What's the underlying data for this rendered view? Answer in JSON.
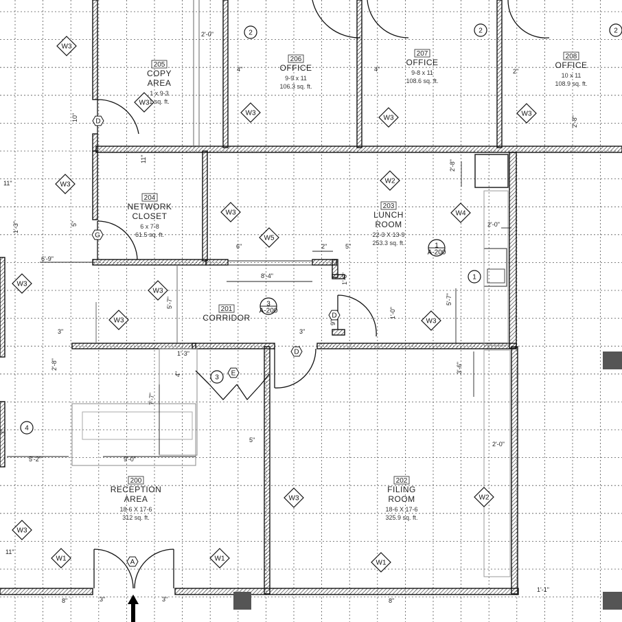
{
  "rooms": [
    {
      "num": "205",
      "name": [
        "COPY",
        "AREA"
      ],
      "size": [
        "1 x 9-3",
        "1 sq. ft."
      ]
    },
    {
      "num": "206",
      "name": [
        "OFFICE"
      ],
      "size": [
        "9-9 x 11",
        "106.3 sq. ft."
      ]
    },
    {
      "num": "207",
      "name": [
        "OFFICE"
      ],
      "size": [
        "9-8 x 11",
        "108.6 sq. ft."
      ]
    },
    {
      "num": "208",
      "name": [
        "OFFICE"
      ],
      "size": [
        "10 x 11",
        "108.9 sq. ft."
      ]
    },
    {
      "num": "204",
      "name": [
        "NETWORK",
        "CLOSET"
      ],
      "size": [
        "6 x 7-8",
        "61.5 sq. ft."
      ]
    },
    {
      "num": "203",
      "name": [
        "LUNCH",
        "ROOM"
      ],
      "size": [
        "22-3 X 13-9",
        "253.3 sq. ft."
      ]
    },
    {
      "num": "201",
      "name": [
        "CORRIDOR"
      ],
      "size": []
    },
    {
      "num": "200",
      "name": [
        "RECEPTION",
        "AREA"
      ],
      "size": [
        "18-6 X 17-6",
        "312 sq. ft."
      ]
    },
    {
      "num": "202",
      "name": [
        "FILING",
        "ROOM"
      ],
      "size": [
        "18-6 X 17-6",
        "325.9 sq. ft."
      ]
    }
  ],
  "window_tags": [
    "W3",
    "W3",
    "W3",
    "W3",
    "W3",
    "W3",
    "W3",
    "W3",
    "W3",
    "W3",
    "W3",
    "W3",
    "W3",
    "W2",
    "W2",
    "W4",
    "W5",
    "W1",
    "W1",
    "W1"
  ],
  "door_tags": [
    "D",
    "D",
    "D",
    "G",
    "E",
    "A"
  ],
  "circle_tags": [
    "2",
    "2",
    "2",
    "3",
    "4",
    "1"
  ],
  "section_markers": [
    {
      "num": "3",
      "sheet": "A-200"
    },
    {
      "num": "1",
      "sheet": "A-200"
    }
  ],
  "dimensions": [
    "2'-0\"",
    "4\"",
    "4\"",
    "2\"",
    "10\"",
    "11\"",
    "1'-3\"",
    "6'-9\"",
    "5'-7\"",
    "6\"",
    "8'-4\"",
    "2\"",
    "5\"",
    "1'-6\"",
    "2'-8\"",
    "2'-0\"",
    "5'-7\"",
    "1'-0\"",
    "9\"",
    "3\"",
    "3\"",
    "2'-8\"",
    "1'-3\"",
    "4\"",
    "7'-7\"",
    "9'-0\"",
    "5'-2\"",
    "7\"",
    "5\"",
    "3'-6\"",
    "2'-0\"",
    "11\"",
    "3\"",
    "3\"",
    "1'-1\"",
    "8\"",
    "2'-8\"",
    "5\"",
    "8\"",
    "11\""
  ]
}
